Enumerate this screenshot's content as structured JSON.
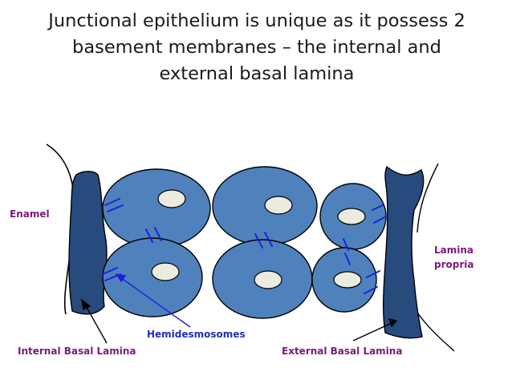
{
  "title": {
    "lines": [
      "Junctional epithelium is unique as it possess 2",
      "basement membranes – the internal and",
      "external basal lamina"
    ]
  },
  "labels": {
    "enamel": "Enamel",
    "lamina_propria_line1": "Lamina",
    "lamina_propria_line2": "propria",
    "hemidesmosomes": "Hemidesmosomes",
    "internal_basal_lamina": "Internal Basal Lamina",
    "external_basal_lamina": "External Basal Lamina"
  },
  "colors": {
    "lamina_fill": "#284b7e",
    "cell_fill": "#4f81bd",
    "nucleus_fill": "#ecebe0",
    "hemidesmosome": "#1f1fe0",
    "purple_label": "#7b1a7b",
    "blue_label": "#1f2fbf"
  }
}
